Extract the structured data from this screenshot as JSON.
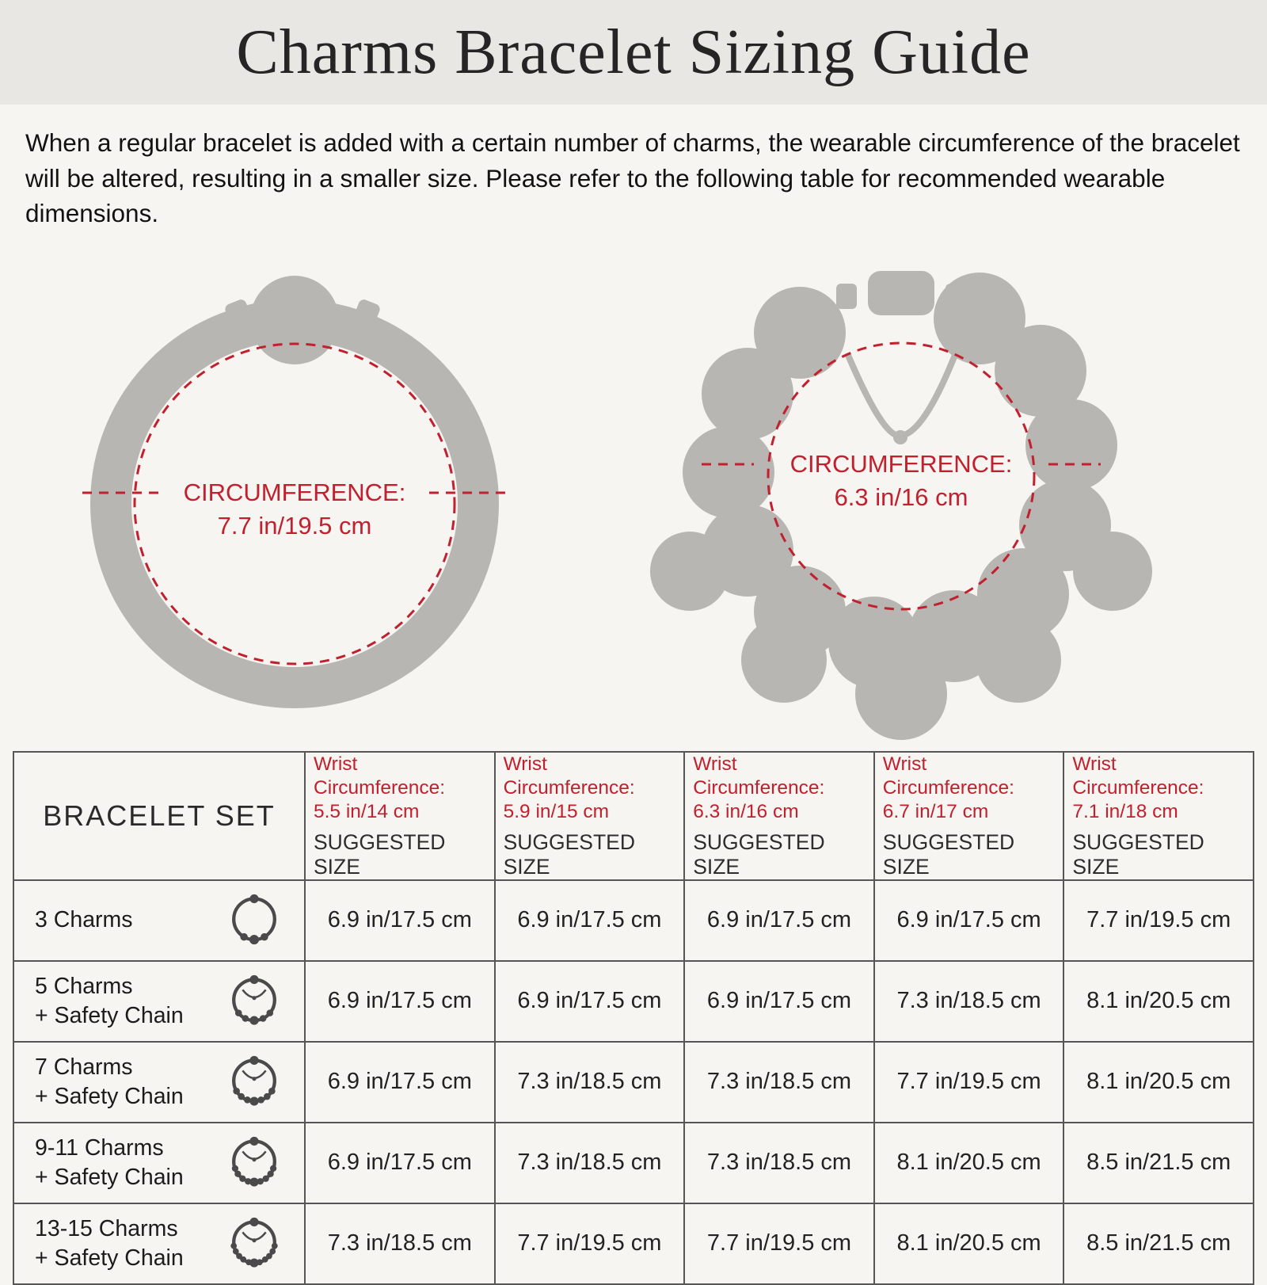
{
  "page": {
    "title": "Charms Bracelet Sizing Guide",
    "intro": "When a regular bracelet is added with a certain number of charms, the wearable circumference of the bracelet will be altered, resulting in a smaller size. Please refer to the following table for recommended wearable dimensions."
  },
  "figures": {
    "plain": {
      "icon": "plain-bracelet-silhouette",
      "caption_line1": "CIRCUMFERENCE:",
      "caption_line2": "7.7 in/19.5 cm"
    },
    "charms": {
      "icon": "charm-bracelet-silhouette",
      "caption_line1": "CIRCUMFERENCE:",
      "caption_line2": "6.3 in/16 cm"
    }
  },
  "colors": {
    "accent_red": "#c1202e",
    "silhouette_gray": "#b7b6b3",
    "band_gray": "#e8e7e3",
    "table_line": "#565656"
  },
  "table": {
    "set_header": "BRACELET SET",
    "columns": [
      {
        "wrist_label": "Wrist Circumference:",
        "wrist_value": "5.5 in/14 cm",
        "suggested_label": "SUGGESTED SIZE"
      },
      {
        "wrist_label": "Wrist Circumference:",
        "wrist_value": "5.9 in/15 cm",
        "suggested_label": "SUGGESTED SIZE"
      },
      {
        "wrist_label": "Wrist Circumference:",
        "wrist_value": "6.3 in/16 cm",
        "suggested_label": "SUGGESTED SIZE"
      },
      {
        "wrist_label": "Wrist Circumference:",
        "wrist_value": "6.7 in/17 cm",
        "suggested_label": "SUGGESTED SIZE"
      },
      {
        "wrist_label": "Wrist Circumference:",
        "wrist_value": "7.1 in/18 cm",
        "suggested_label": "SUGGESTED SIZE"
      }
    ],
    "rows": [
      {
        "label_line1": "3 Charms",
        "label_line2": "",
        "icon": "bracelet-3-charms",
        "cells": [
          "6.9 in/17.5 cm",
          "6.9 in/17.5 cm",
          "6.9 in/17.5 cm",
          "6.9 in/17.5 cm",
          "7.7 in/19.5 cm"
        ]
      },
      {
        "label_line1": "5 Charms",
        "label_line2": "+ Safety Chain",
        "icon": "bracelet-5-charms-safety-chain",
        "cells": [
          "6.9 in/17.5 cm",
          "6.9 in/17.5 cm",
          "6.9 in/17.5 cm",
          "7.3 in/18.5 cm",
          "8.1 in/20.5 cm"
        ]
      },
      {
        "label_line1": "7 Charms",
        "label_line2": "+ Safety Chain",
        "icon": "bracelet-7-charms-safety-chain",
        "cells": [
          "6.9 in/17.5 cm",
          "7.3 in/18.5 cm",
          "7.3 in/18.5 cm",
          "7.7 in/19.5 cm",
          "8.1 in/20.5 cm"
        ]
      },
      {
        "label_line1": "9-11 Charms",
        "label_line2": "+ Safety Chain",
        "icon": "bracelet-9-11-charms-safety-chain",
        "cells": [
          "6.9 in/17.5 cm",
          "7.3 in/18.5 cm",
          "7.3 in/18.5 cm",
          "8.1 in/20.5 cm",
          "8.5 in/21.5 cm"
        ]
      },
      {
        "label_line1": "13-15 Charms",
        "label_line2": "+ Safety Chain",
        "icon": "bracelet-13-15-charms-safety-chain",
        "cells": [
          "7.3 in/18.5 cm",
          "7.7 in/19.5 cm",
          "7.7 in/19.5 cm",
          "8.1 in/20.5 cm",
          "8.5 in/21.5 cm"
        ]
      }
    ]
  }
}
